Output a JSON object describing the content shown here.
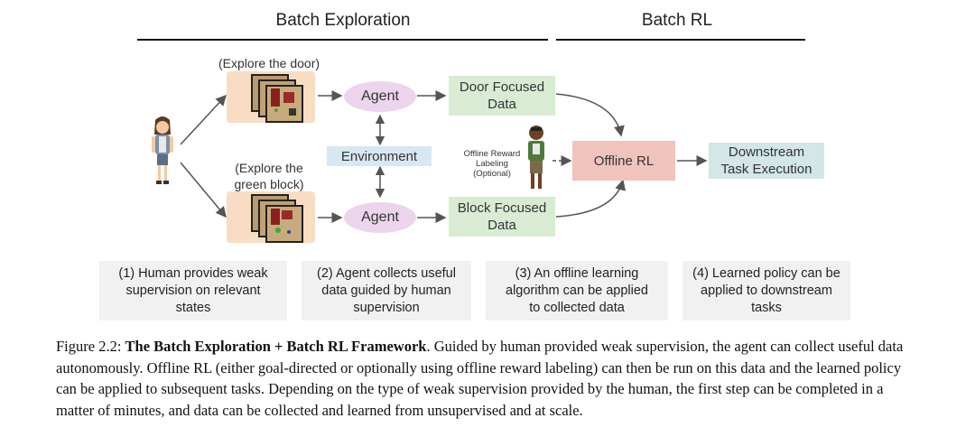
{
  "headers": {
    "batch_exploration": "Batch Exploration",
    "batch_rl": "Batch RL"
  },
  "labels": {
    "explore_door": "(Explore the door)",
    "explore_green_1": "(Explore the",
    "explore_green_2": "green block)"
  },
  "nodes": {
    "agent_top": "Agent",
    "agent_bottom": "Agent",
    "environment": "Environment",
    "door_data_1": "Door Focused",
    "door_data_2": "Data",
    "block_data_1": "Block Focused",
    "block_data_2": "Data",
    "offline_rl": "Offline RL",
    "downstream_1": "Downstream",
    "downstream_2": "Task Execution",
    "reward_1": "Offline Reward",
    "reward_2": "Labeling",
    "reward_3": "(Optional)"
  },
  "steps": [
    {
      "l1": "(1) Human provides weak",
      "l2": "supervision on relevant",
      "l3": "states"
    },
    {
      "l1": "(2) Agent collects useful",
      "l2": "data guided by human",
      "l3": "supervision"
    },
    {
      "l1": "(3) An offline learning",
      "l2": "algorithm can be applied",
      "l3": "to collected data"
    },
    {
      "l1": "(4) Learned policy can be",
      "l2": "applied to downstream",
      "l3": "tasks"
    }
  ],
  "caption": {
    "prefix": "Figure 2.2: ",
    "bold": "The Batch Exploration + Batch RL Framework",
    "body": ". Guided by human provided weak supervision, the agent can collect useful data autonomously. Offline RL (either goal-directed or optionally using offline reward labeling) can then be run on this data and the learned policy can be applied to subsequent tasks. Depending on the type of weak supervision provided by the human, the first step can be completed in a matter of minutes, and data can be collected and learned from unsupervised and at scale."
  }
}
